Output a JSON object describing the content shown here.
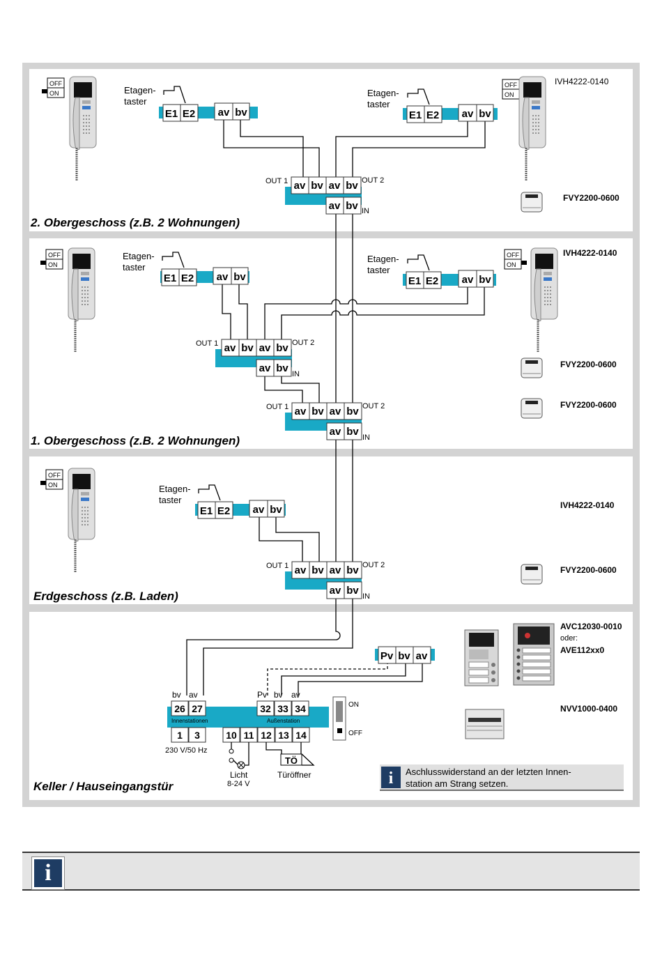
{
  "labels": {
    "etagen": "Etagen-",
    "taster": "taster",
    "e1": "E1",
    "e2": "E2",
    "av": "av",
    "bv": "bv",
    "pv": "Pv",
    "out1": "OUT 1",
    "out2": "OUT 2",
    "in": "IN",
    "off": "OFF",
    "on": "ON"
  },
  "models": {
    "ivh": "IVH4222-0140",
    "fvy": "FVY2200-0600",
    "avc": "AVC12030-0010",
    "oder": "oder:",
    "ave": "AVE112xx0",
    "nvv": "NVV1000-0400"
  },
  "floors": {
    "og2": "2. Obergeschoss (z.B. 2 Wohnungen)",
    "og1": "1. Obergeschoss (z.B. 2 Wohnungen)",
    "eg": "Erdgeschoss (z.B. Laden)",
    "keller": "Keller / Hauseingangstür"
  },
  "power": {
    "t26": "26",
    "t27": "27",
    "t32": "32",
    "t33": "33",
    "t34": "34",
    "t1": "1",
    "t3": "3",
    "t10": "10",
    "t11": "11",
    "t12": "12",
    "t13": "13",
    "t14": "14",
    "innen": "Innenstationen",
    "aussen": "Außenstation",
    "voltage": "230 V/50 Hz",
    "licht": "Licht",
    "licht_v": "8-24 V",
    "toe": "TÖ",
    "tueroeffner": "Türöffner"
  },
  "keller_note": {
    "line1": "Aschlusswiderstand an der letzten Innen-",
    "line2": "station am Strang setzen."
  },
  "colors": {
    "accent": "#19a9c6",
    "panel_bg": "#d3d3d3",
    "info": "#1e3c63"
  }
}
